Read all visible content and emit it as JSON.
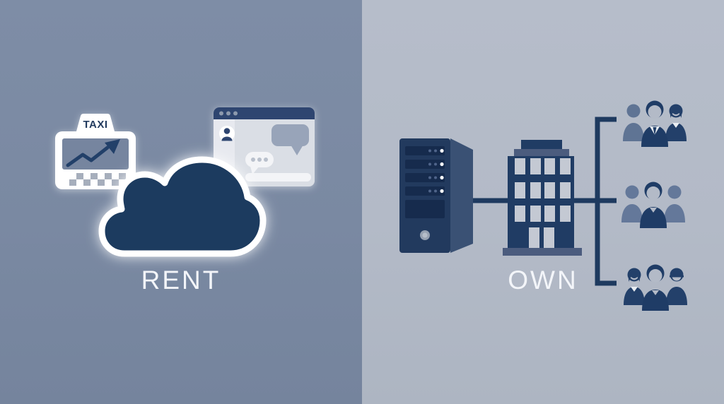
{
  "illustration": {
    "theme": "rent-vs-own-comparison",
    "left": {
      "label": "RENT",
      "taxi_sign_text": "TAXI",
      "background_color": "#7a89a2",
      "icon_names": [
        "taxi-meter-icon",
        "chat-window-icon",
        "cloud-icon"
      ]
    },
    "right": {
      "label": "OWN",
      "background_color": "#b3bac7",
      "icon_names": [
        "server-tower-icon",
        "office-building-icon",
        "connector-bracket",
        "user-group-top",
        "user-group-middle",
        "user-group-bottom"
      ]
    },
    "colors": {
      "navy": "#1f3a5f",
      "navy_deep": "#162b4d",
      "navy_mid": "#2e4470",
      "slate_person": "#64789a",
      "side_panel_server": "#3a5174",
      "ledge_slate": "#4b5c7e",
      "window_body_gray": "#dadee5",
      "bubble_gray": "#98a4b9",
      "checker_gray": "#a6aebc",
      "glow_white": "#ffffff",
      "label_text": "#f3f5f9"
    }
  }
}
